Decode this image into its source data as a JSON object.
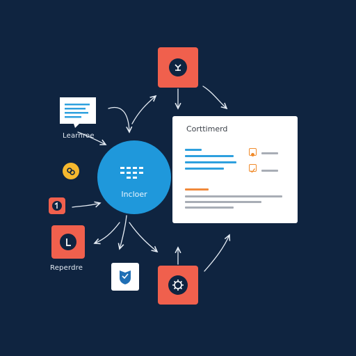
{
  "colors": {
    "background": "#0f2440",
    "accent_orange": "#f0604d",
    "hub_blue": "#1f98db",
    "panel_white": "#ffffff",
    "badge_yellow": "#f5b82e"
  },
  "nodes": {
    "top_tile": {
      "icon": "settings-cog-icon"
    },
    "bottom_tile": {
      "icon": "settings-gear-icon"
    },
    "left_tile": {
      "icon": "checkmark-icon"
    },
    "small_tile": {
      "icon": "refresh-icon"
    },
    "badge": {
      "icon": "link-icon"
    },
    "shield": {
      "icon": "shield-icon"
    },
    "document": {
      "icon": "document-lines-icon"
    }
  },
  "labels": {
    "document_label": "Learnroe",
    "response_label": "Reperdre",
    "hub_label": "Incloer"
  },
  "panel": {
    "title": "Corttimerd"
  }
}
